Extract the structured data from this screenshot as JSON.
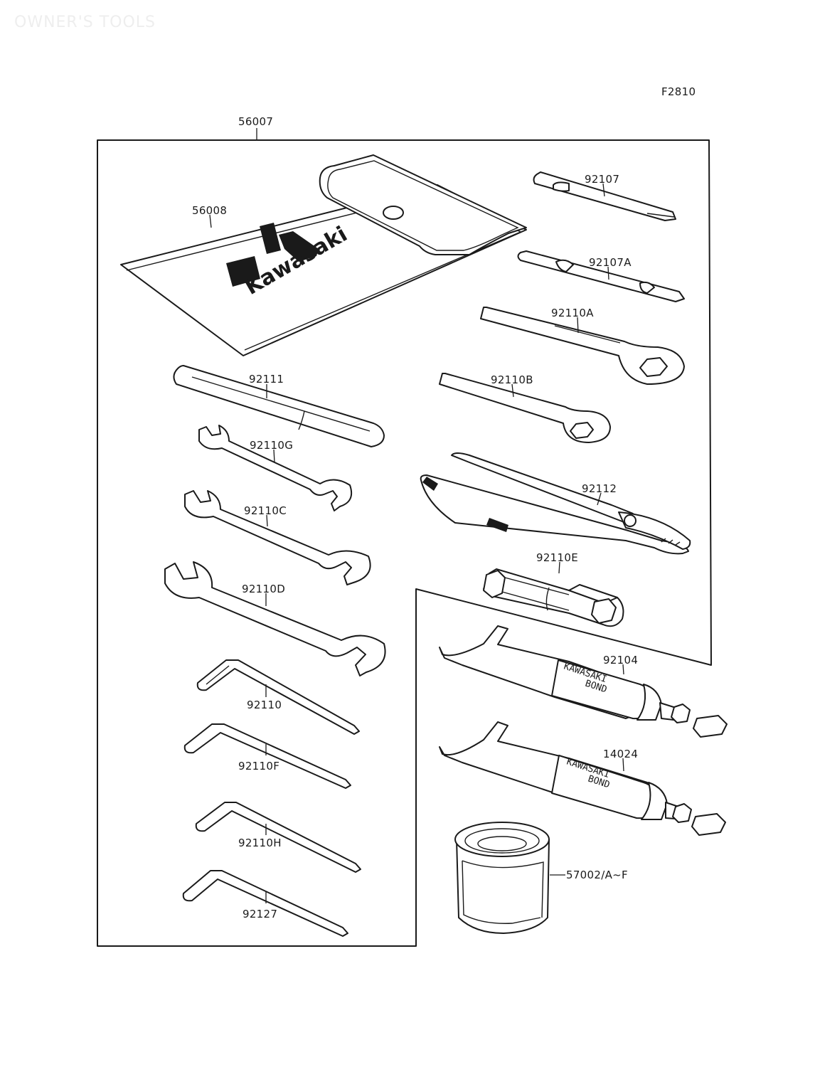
{
  "watermark": "OWNER'S TOOLS",
  "figure_code": "F2810",
  "kit_label": "56007",
  "parts": [
    {
      "id": "56008"
    },
    {
      "id": "92107"
    },
    {
      "id": "92107A"
    },
    {
      "id": "92110A"
    },
    {
      "id": "92111"
    },
    {
      "id": "92110B"
    },
    {
      "id": "92110G"
    },
    {
      "id": "92112"
    },
    {
      "id": "92110C"
    },
    {
      "id": "92110E"
    },
    {
      "id": "92110D"
    },
    {
      "id": "92104"
    },
    {
      "id": "92110"
    },
    {
      "id": "14024"
    },
    {
      "id": "92110F"
    },
    {
      "id": "92110H"
    },
    {
      "id": "57002/A~F"
    },
    {
      "id": "92127"
    }
  ],
  "pouch_logo": "Kawasaki",
  "tube_text": [
    "KAWASAKI",
    "BOND"
  ]
}
